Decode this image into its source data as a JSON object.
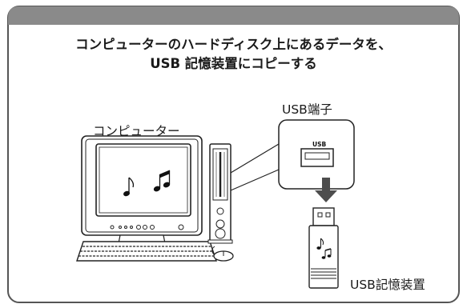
{
  "title": {
    "line1": "コンピューターのハードディスク上にあるデータを、",
    "line2": "USB 記憶装置にコピーする"
  },
  "labels": {
    "computer": "コンピューター",
    "usb_port": "USB端子",
    "usb_port_small": "USB",
    "usb_device": "USB記憶装置"
  },
  "icons": [
    "computer-monitor-icon",
    "tower-icon",
    "keyboard-icon",
    "mouse-icon",
    "music-note-icon",
    "usb-port-icon",
    "down-arrow-icon",
    "usb-stick-icon"
  ]
}
